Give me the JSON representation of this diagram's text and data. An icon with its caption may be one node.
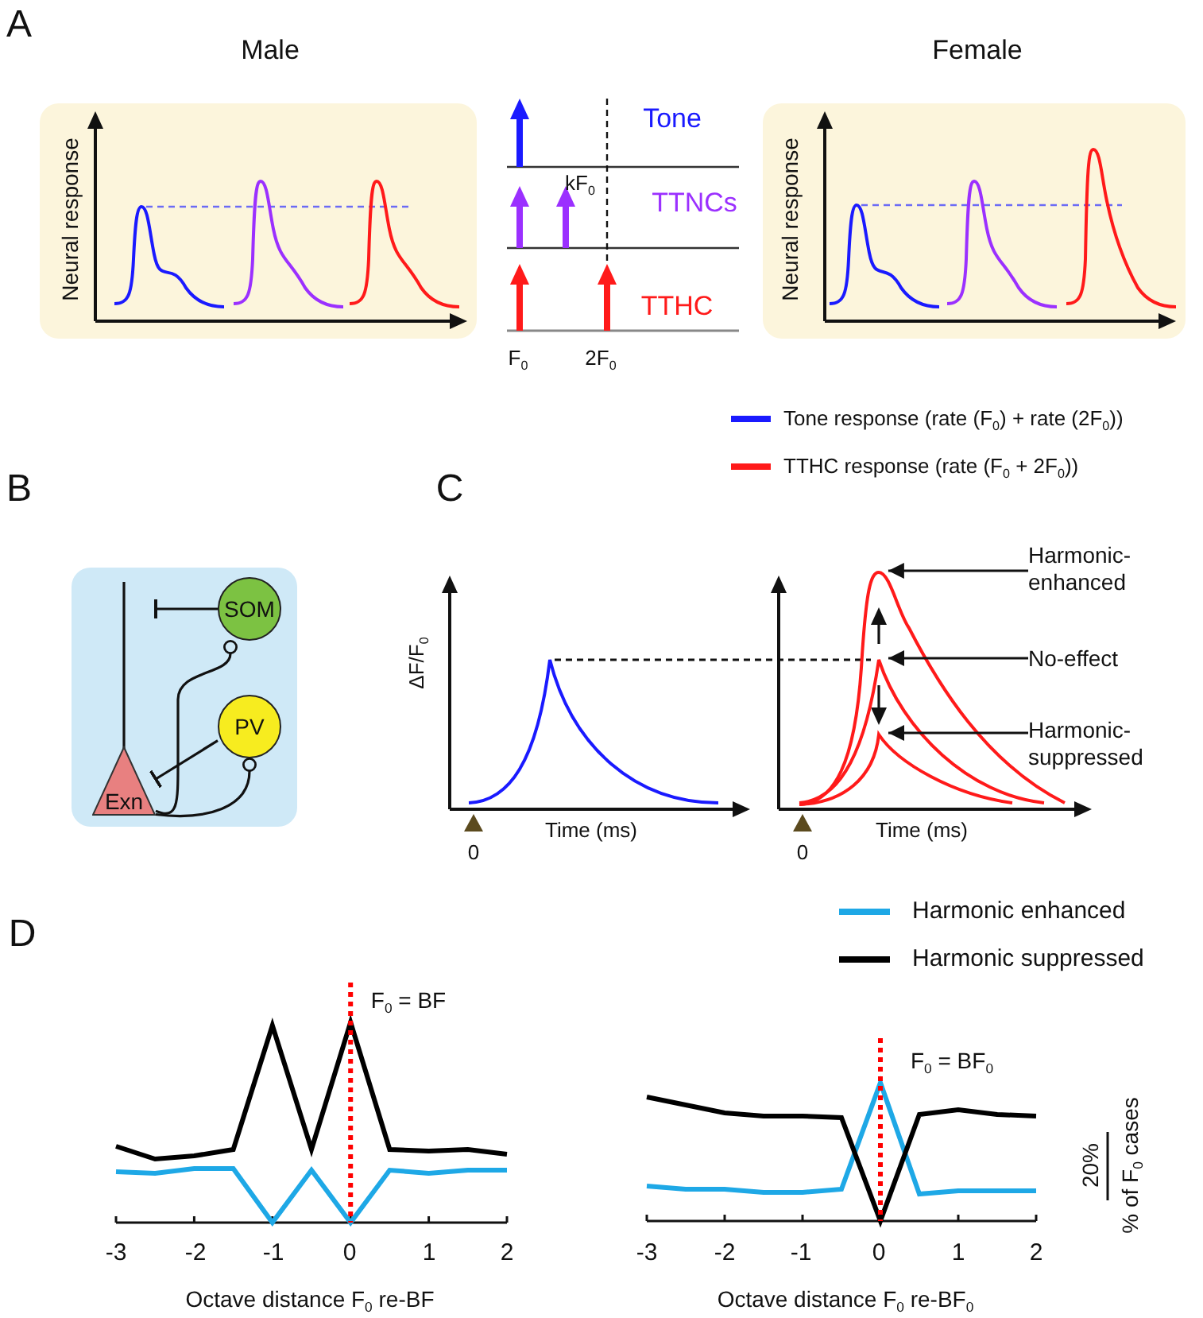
{
  "diagram": {
    "nodes": [
      {
        "text": [],
        "shape": "box"
      },
      {
        "text": [
          "SOM"
        ],
        "in": 0
      },
      {
        "text": [
          "PV"
        ],
        "in": 0
      },
      {
        "text": [
          "Exn"
        ],
        "in": 0
      },
      {
        "text": [
          "Harmonic- enhanced"
        ]
      },
      {
        "text": [
          "No-effect"
        ]
      },
      {
        "text": [
          "Harmonic- suppressed"
        ]
      },
      {
        "text": [],
        "shape": "curve"
      },
      {
        "text": [],
        "shape": "curve",
        "in": 7
      },
      {
        "text": [],
        "shape": "curve",
        "in": 8
      }
    ],
    "edges": [
      {
        "from": 1,
        "to": 3,
        "arrow": "other"
      },
      {
        "from": 3,
        "to": 1,
        "arrow": "other"
      },
      {
        "from": 2,
        "to": 3,
        "arrow": "other"
      },
      {
        "from": 3,
        "to": 2,
        "arrow": "other"
      },
      {
        "from": 4,
        "to": 7,
        "arrow": "to"
      },
      {
        "from": 5,
        "to": 8,
        "arrow": "to"
      },
      {
        "from": 6,
        "to": 9,
        "arrow": "to"
      }
    ],
    "labels": [
      "A",
      "Male",
      "Female",
      "Neural response",
      "Tone",
      "TTNCs",
      "kF$_{0}$",
      "TTHC",
      "F$_{0}$",
      "2F$_{0}$",
      "Neural response",
      "B",
      "C",
      "ΔF/F$_{0}$",
      "0",
      "Time (ms)",
      "0",
      "Time (ms)",
      "D",
      "F$_{0}$ = BF",
      "-3",
      "-2",
      "-1",
      "0",
      "1",
      "2",
      "Octave distance F$_{0}$ re-BF",
      "F$_{0}$ = BF$_{0}$",
      "-3",
      "-2",
      "-1",
      "0",
      "1",
      "2",
      "Octave distance F$_{0}$ re-BF$_{0}$",
      "20%",
      "% of F$_{0}$ cases"
    ],
    "legend": [
      {
        "text": "Tone response (rate (F$_{0}$) + rate (2F$_{0}$))",
        "color": "#1a1aff"
      },
      {
        "text": "TTHC response (rate (F$_{0}$ + 2F$_{0}$))",
        "color": "#ff1a1a"
      },
      {
        "text": "Harmonic enhanced",
        "color": "#1ea8e6"
      },
      {
        "text": "Harmonic suppressed",
        "color": "#000000"
      }
    ]
  }
}
